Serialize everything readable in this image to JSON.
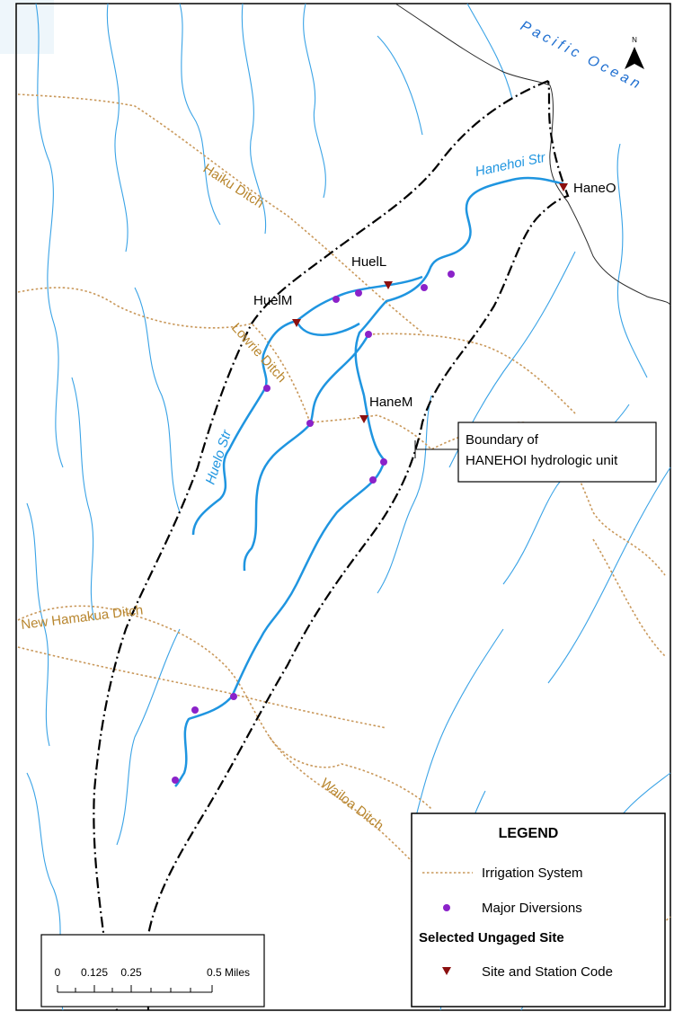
{
  "colors": {
    "stream": "#3aa3e6",
    "highlight_stream": "#1f95e0",
    "ditch": "#c9985a",
    "ditch_label": "#b8862e",
    "boundary": "#000000",
    "diversion": "#8b22c9",
    "site": "#8b0f0f",
    "coast": "#2a2a2a",
    "ocean_label": "#1f6fd0"
  },
  "labels": {
    "ocean": "Pacific Ocean",
    "north": "N",
    "hanehoi_str": "Hanehoi Str",
    "huelo_str": "Huelo Str",
    "haiku_ditch": "Haiku Ditch",
    "lowrie_ditch": "Lowrie Ditch",
    "new_hamakua_ditch": "New Hamakua Ditch",
    "wailoa_ditch": "Wailoa Ditch"
  },
  "sites": [
    {
      "code": "HaneO"
    },
    {
      "code": "HuelL"
    },
    {
      "code": "HuelM"
    },
    {
      "code": "HaneM"
    }
  ],
  "callout": {
    "line1": "Boundary of",
    "line2": "HANEHOI hydrologic unit"
  },
  "legend": {
    "title": "LEGEND",
    "irrigation": "Irrigation System",
    "diversions": "Major Diversions",
    "selected_header": "Selected Ungaged Site",
    "site_station": "Site and Station Code"
  },
  "scale": {
    "ticks": [
      "0",
      "0.125",
      "0.25",
      "0.5 Miles"
    ]
  }
}
